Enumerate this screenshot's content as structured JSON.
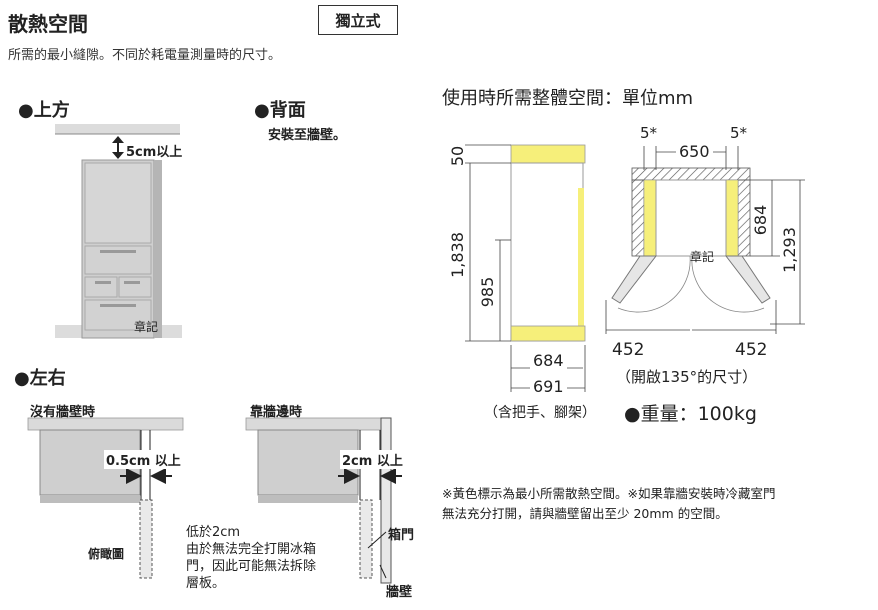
{
  "header": {
    "title": "散熱空間",
    "subtitle": "所需的最小縫隙。不同於耗電量測量時的尺寸。",
    "badge": "獨立式"
  },
  "top_section": {
    "label": "●上方",
    "gap": "5cm以上",
    "watermark": "章記"
  },
  "back_section": {
    "label": "●背面",
    "text": "安裝至牆壁。"
  },
  "side_section": {
    "label": "●左右",
    "no_wall": {
      "heading": "沒有牆壁時",
      "gap": "0.5cm 以上",
      "caption": "俯瞰圖"
    },
    "near_wall": {
      "heading": "靠牆邊時",
      "gap": "2cm 以上",
      "door_label": "箱門",
      "wall_label": "牆壁",
      "note": [
        "低於2cm",
        "由於無法完全打開冰箱",
        "門，因此可能無法拆除",
        "層板。"
      ]
    }
  },
  "overall": {
    "title": "使用時所需整體空間：單位mm",
    "side_view": {
      "top": "50",
      "height_total": "1,838",
      "height_lower": "985",
      "depth": "684",
      "depth_handle": "691",
      "handle_note": "（含把手、腳架）"
    },
    "top_view": {
      "left_gap": "5*",
      "width": "650",
      "right_gap": "5*",
      "depth_body": "684",
      "depth_open": "1,293",
      "door_left": "452",
      "door_right": "452",
      "open_note": "（開啟135°的尺寸）",
      "watermark": "章記"
    },
    "weight": "●重量：100kg",
    "footnote": [
      "※黃色標示為最小所需散熱空間。※如果靠牆安裝時冷藏室門",
      "無法充分打開，請與牆壁留出至少 20mm 的空間。"
    ]
  },
  "colors": {
    "heat_zone": "#f6ef7a",
    "fridge": "#c9c9c9",
    "wall": "#e0e0e0",
    "line": "#222222"
  }
}
